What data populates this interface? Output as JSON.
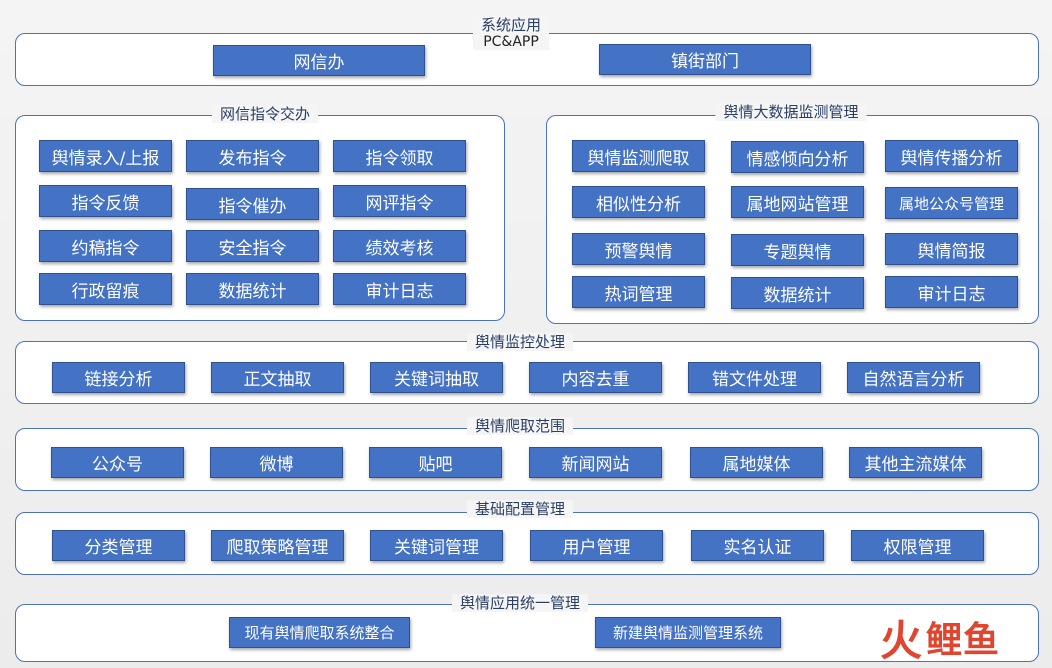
{
  "sections": {
    "system_app": {
      "title": "系统应用",
      "subtitle": "PC&APP",
      "items": [
        "网信办",
        "镇街部门"
      ]
    },
    "assign": {
      "title": "网信指令交办",
      "items": [
        "舆情录入/上报",
        "发布指令",
        "指令领取",
        "指令反馈",
        "指令催办",
        "网评指令",
        "约稿指令",
        "安全指令",
        "绩效考核",
        "行政留痕",
        "数据统计",
        "审计日志"
      ]
    },
    "bigdata": {
      "title": "舆情大数据监测管理",
      "items": [
        "舆情监测爬取",
        "情感倾向分析",
        "舆情传播分析",
        "相似性分析",
        "属地网站管理",
        "属地公众号管理",
        "预警舆情",
        "专题舆情",
        "舆情简报",
        "热词管理",
        "数据统计",
        "审计日志"
      ]
    },
    "monitor": {
      "title": "舆情监控处理",
      "items": [
        "链接分析",
        "正文抽取",
        "关键词抽取",
        "内容去重",
        "错文件处理",
        "自然语言分析"
      ]
    },
    "scope": {
      "title": "舆情爬取范围",
      "items": [
        "公众号",
        "微博",
        "贴吧",
        "新闻网站",
        "属地媒体",
        "其他主流媒体"
      ]
    },
    "config": {
      "title": "基础配置管理",
      "items": [
        "分类管理",
        "爬取策略管理",
        "关键词管理",
        "用户管理",
        "实名认证",
        "权限管理"
      ]
    },
    "unified": {
      "title": "舆情应用统一管理",
      "items": [
        "现有舆情爬取系统整合",
        "新建舆情监测管理系统"
      ]
    }
  },
  "watermark": {
    "glyph": "火",
    "text": "鲤鱼",
    "color": "#e0452f"
  }
}
